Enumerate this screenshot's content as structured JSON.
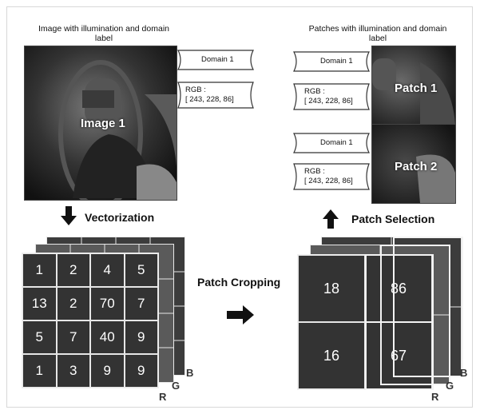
{
  "left_panel": {
    "caption": "Image with illumination and domain label",
    "image_label": "Image 1",
    "domain_tag": "Domain 1",
    "rgb_tag_line1": "RGB :",
    "rgb_tag_line2": "[ 243, 228, 86]"
  },
  "right_panel": {
    "caption": "Patches with illumination and domain label",
    "patch1_label": "Patch 1",
    "patch2_label": "Patch 2",
    "patch1_domain": "Domain 1",
    "patch1_rgb_line1": "RGB :",
    "patch1_rgb_line2": "[ 243, 228, 86]",
    "patch2_domain": "Domain 1",
    "patch2_rgb_line1": "RGB :",
    "patch2_rgb_line2": "[ 243, 228, 86]"
  },
  "steps": {
    "vectorization": "Vectorization",
    "patch_selection": "Patch Selection",
    "patch_cropping": "Patch Cropping"
  },
  "left_grid": [
    [
      "1",
      "2",
      "4",
      "5"
    ],
    [
      "13",
      "2",
      "70",
      "7"
    ],
    [
      "5",
      "7",
      "40",
      "9"
    ],
    [
      "1",
      "3",
      "9",
      "9"
    ]
  ],
  "right_grid": [
    [
      "18",
      "86"
    ],
    [
      "16",
      "67"
    ]
  ],
  "channels": {
    "r": "R",
    "g": "G",
    "b": "B"
  },
  "colors": {
    "grid_fill": "#333333",
    "grid_line": "#e6e6e6",
    "tag_fill": "#ffffff",
    "tag_stroke": "#333333"
  }
}
